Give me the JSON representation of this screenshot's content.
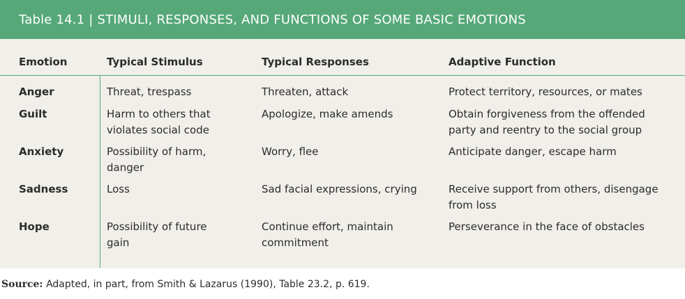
{
  "title": "Table 14.1 | STIMULI, RESPONSES, AND FUNCTIONS OF SOME BASIC EMOTIONS",
  "headers": [
    "Emotion",
    "Typical Stimulus",
    "Typical Responses",
    "Adaptive Function"
  ],
  "rows": [
    {
      "emotion": "Anger",
      "stimulus": "Threat, trespass",
      "responses": "Threaten, attack",
      "function": "Protect territory, resources, or mates"
    },
    {
      "emotion": "Guilt",
      "stimulus": "Harm to others that violates social code",
      "responses": "Apologize, make amends",
      "function": "Obtain forgiveness from the offended party and reentry to the social group"
    },
    {
      "emotion": "Anxiety",
      "stimulus": "Possibility of harm, danger",
      "responses": "Worry, flee",
      "function": "Anticipate danger, escape harm"
    },
    {
      "emotion": "Sadness",
      "stimulus": "Loss",
      "responses": "Sad facial expressions, crying",
      "function": "Receive support from others, disengage from loss"
    },
    {
      "emotion": "Hope",
      "stimulus": "Possibility of future gain",
      "responses": "Continue effort, maintain commitment",
      "function": "Perseverance in the face of obstacles"
    }
  ],
  "source": {
    "label": "Source:",
    "text": "Adapted, in part, from Smith & Lazarus (1990), Table 23.2, p. 619."
  },
  "colors": {
    "title_bar": "#56a879",
    "panel": "#f1efea",
    "rule": "#56a879",
    "text": "#2b2b2b"
  }
}
